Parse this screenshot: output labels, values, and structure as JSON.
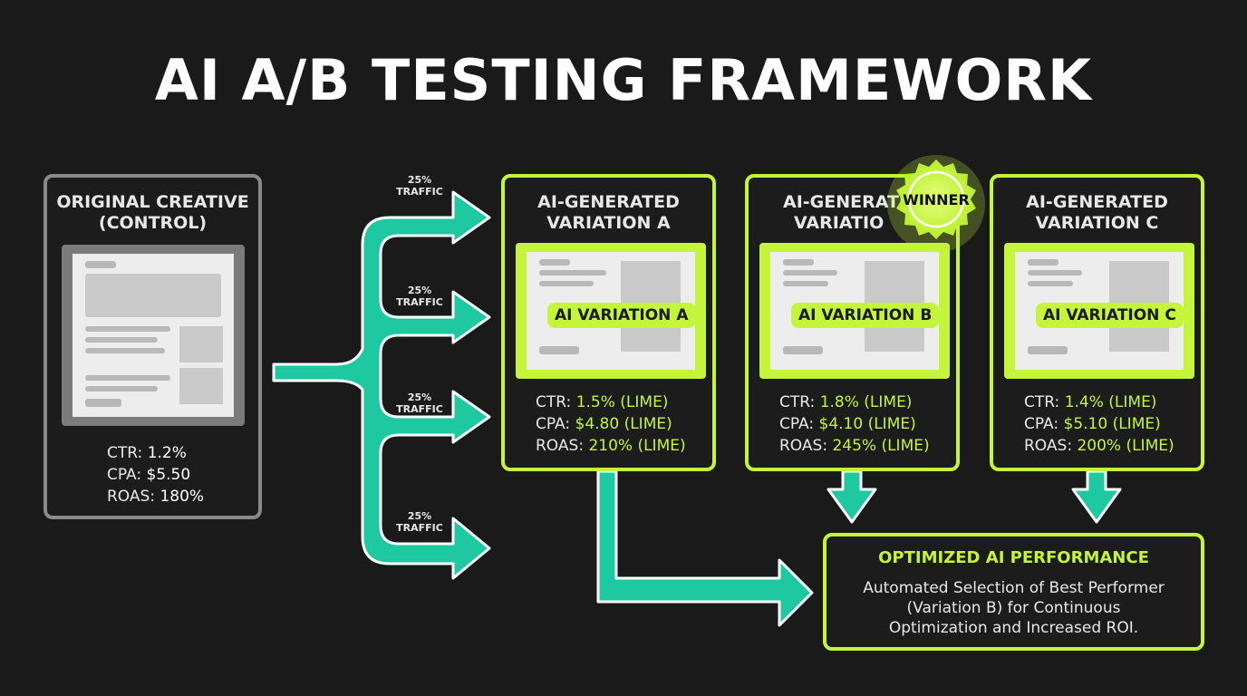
{
  "title": "AI A/B TESTING FRAMEWORK",
  "colors": {
    "accent": "#c4f53a",
    "flow": "#1ec8a0",
    "background": "#1a1a1a",
    "control_border": "#8a8a8a"
  },
  "control": {
    "title_line1": "ORIGINAL CREATIVE",
    "title_line2": "(CONTROL)",
    "metrics": [
      {
        "label": "CTR:",
        "value": "1.2%"
      },
      {
        "label": "CPA:",
        "value": "$5.50"
      },
      {
        "label": "ROAS:",
        "value": "180%"
      }
    ]
  },
  "traffic": [
    {
      "pct": "25%",
      "label": "TRAFFIC"
    },
    {
      "pct": "25%",
      "label": "TRAFFIC"
    },
    {
      "pct": "25%",
      "label": "TRAFFIC"
    },
    {
      "pct": "25%",
      "label": "TRAFFIC"
    }
  ],
  "variations": [
    {
      "title_line1": "AI-GENERATED",
      "title_line2": "VARIATION A",
      "pill": "AI VARIATION A",
      "metrics": [
        {
          "label": "CTR:",
          "value": "1.5% (LIME)"
        },
        {
          "label": "CPA:",
          "value": "$4.80 (LIME)"
        },
        {
          "label": "ROAS:",
          "value": "210% (LIME)"
        }
      ]
    },
    {
      "title_line1": "AI-GENERATE",
      "title_line2": "VARIATIO",
      "pill": "AI VARIATION B",
      "metrics": [
        {
          "label": "CTR:",
          "value": "1.8% (LIME)"
        },
        {
          "label": "CPA:",
          "value": "$4.10 (LIME)"
        },
        {
          "label": "ROAS:",
          "value": "245% (LIME)"
        }
      ]
    },
    {
      "title_line1": "AI-GENERATED",
      "title_line2": "VARIATION C",
      "pill": "AI VARIATION C",
      "metrics": [
        {
          "label": "CTR:",
          "value": "1.4% (LIME)"
        },
        {
          "label": "CPA:",
          "value": "$5.10 (LIME)"
        },
        {
          "label": "ROAS:",
          "value": "200% (LIME)"
        }
      ]
    }
  ],
  "winner_badge": "WINNER",
  "optimized": {
    "title": "OPTIMIZED AI PERFORMANCE",
    "line1": "Automated Selection of Best Performer",
    "line2": "(Variation B) for Continuous",
    "line3": "Optimization and Increased ROI."
  }
}
